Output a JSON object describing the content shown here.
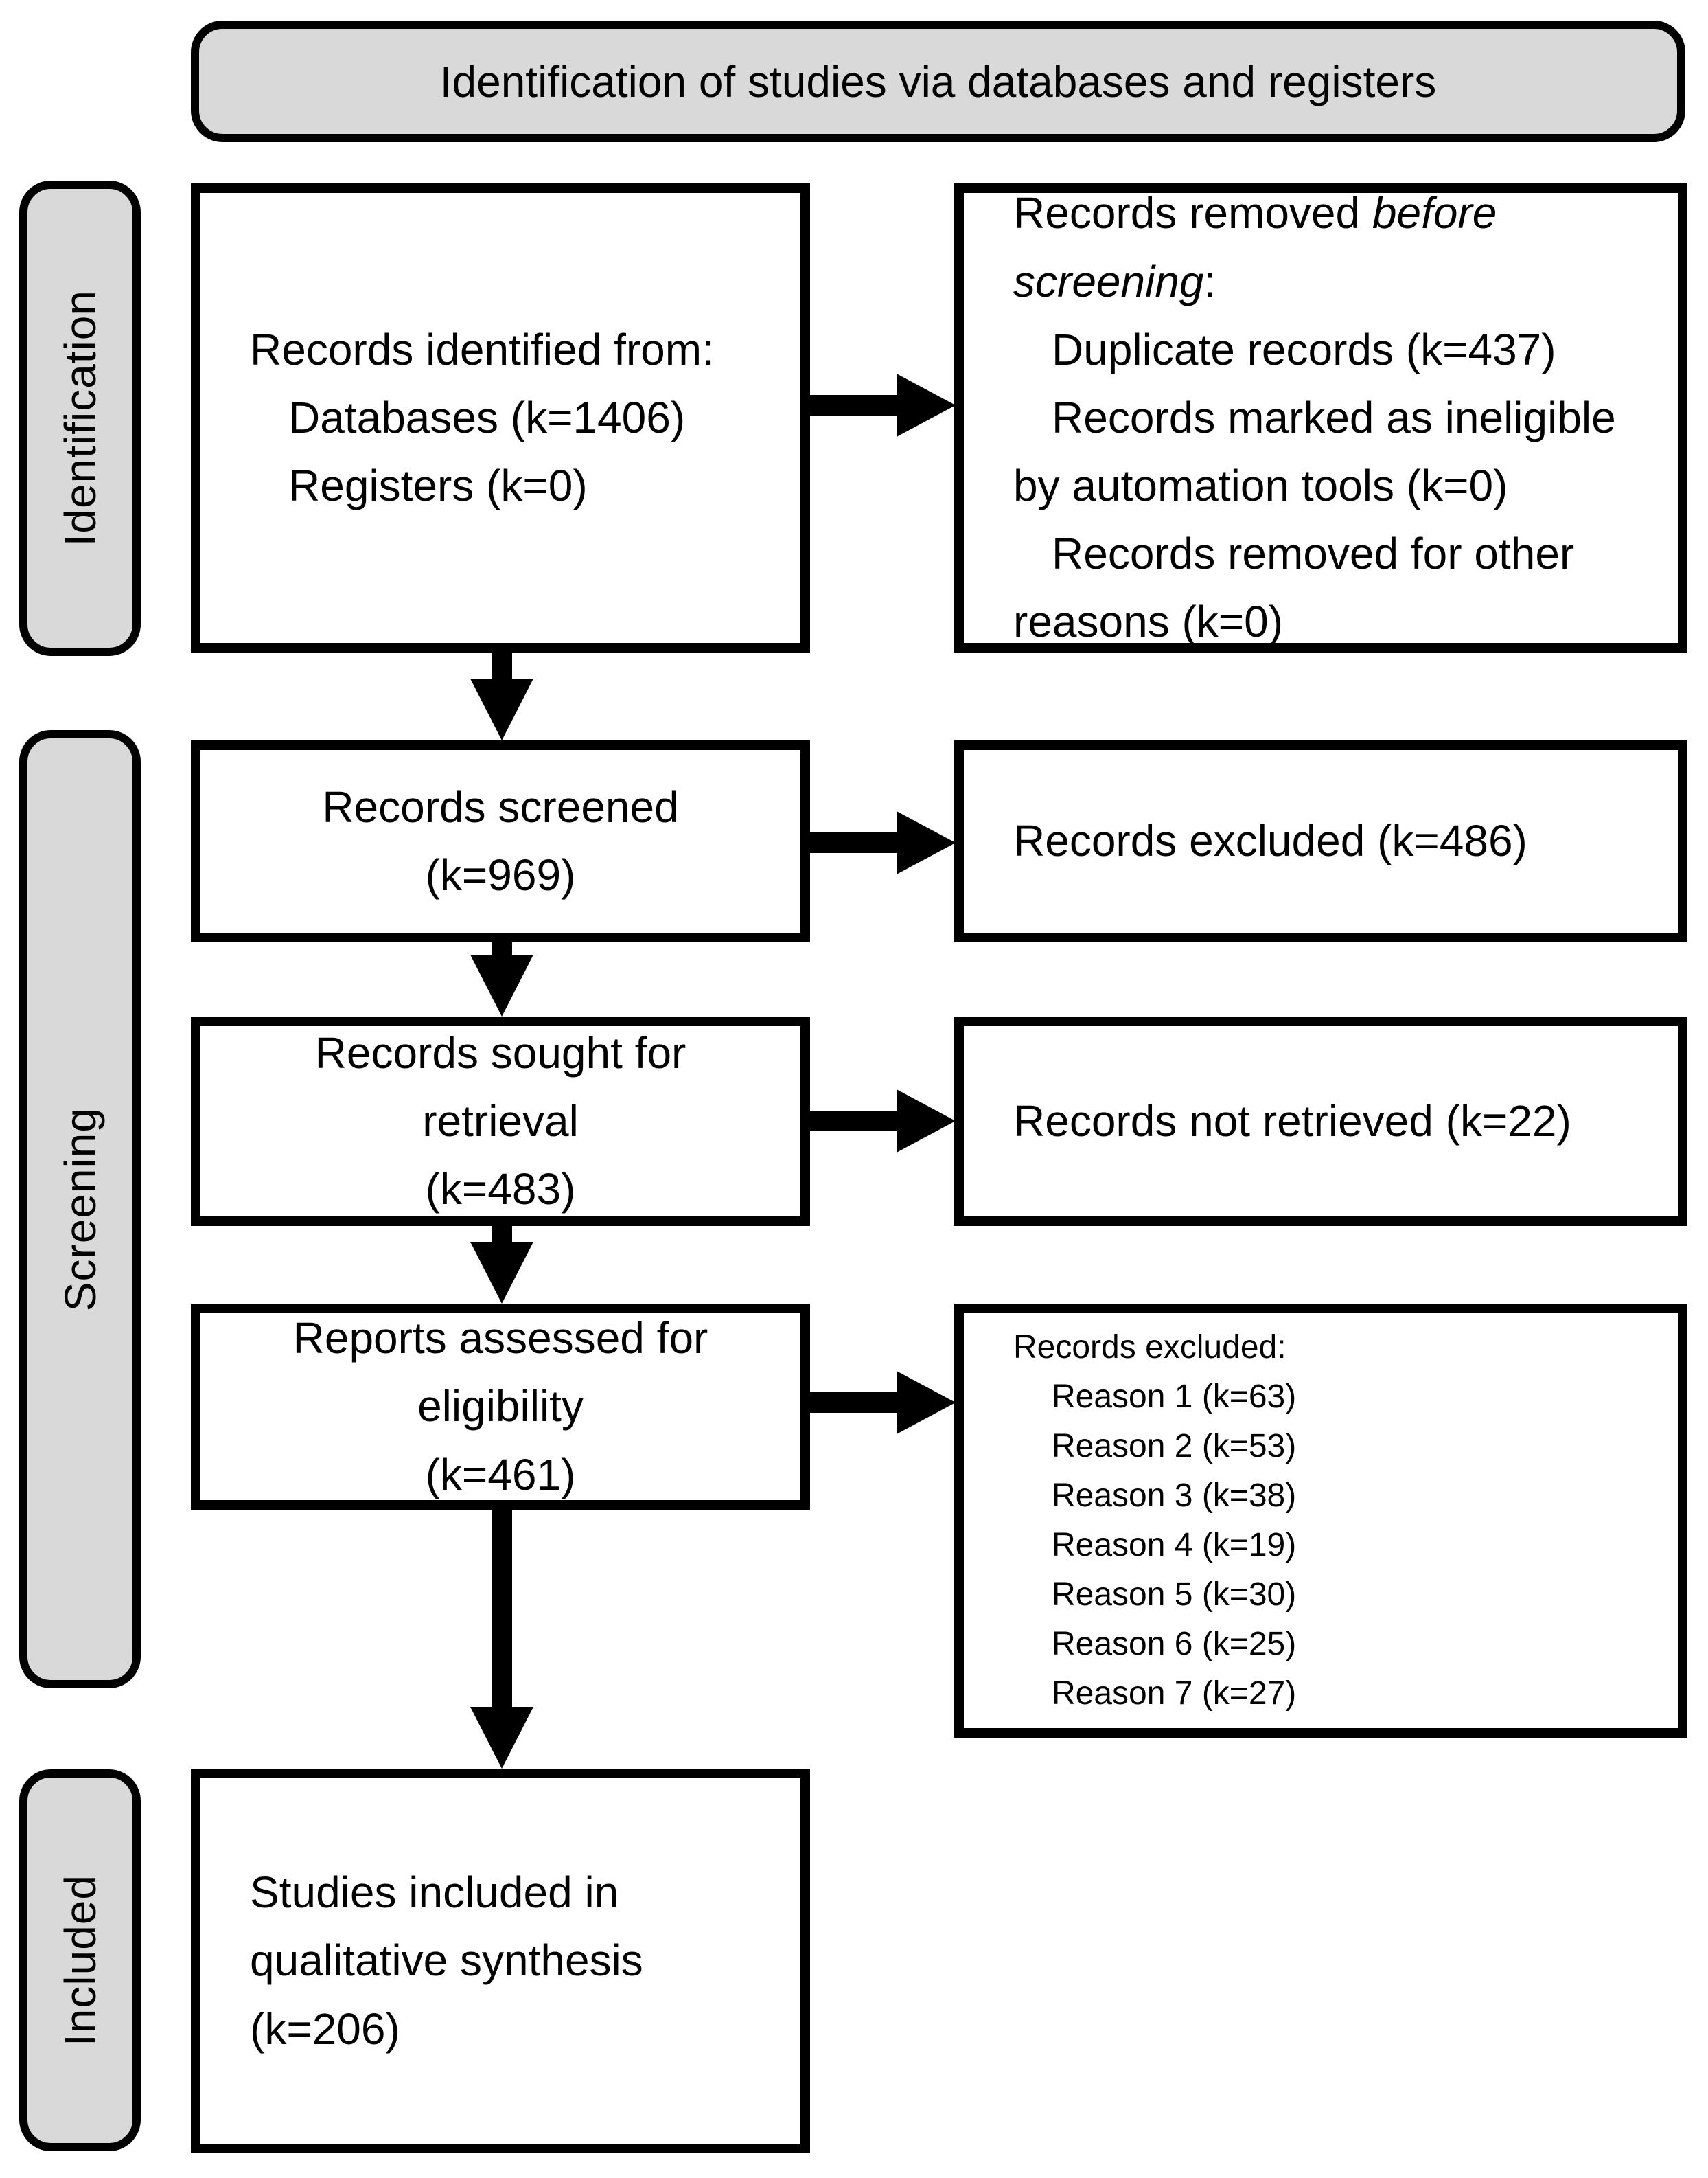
{
  "header": {
    "label": "Identification of studies via databases and registers"
  },
  "stage_rails": {
    "identification": "Identification",
    "screening": "Screening",
    "included": "Included"
  },
  "boxes": {
    "identified": {
      "intro": "Records identified from:",
      "items": [
        "Databases (k=1406)",
        "Registers (k=0)"
      ]
    },
    "removed_before_screening": {
      "intro_prefix": "Records removed ",
      "intro_italic_line1": "before",
      "intro_italic_line2": "screening",
      "intro_suffix": ":",
      "item1": "Duplicate records (k=437)",
      "item2_line1": "Records marked as ineligible",
      "item2_line2": "by automation tools (k=0)",
      "item3_line1": "Records removed for other",
      "item3_line2": "reasons (k=0)"
    },
    "screened": {
      "line1": "Records screened",
      "line2": "(k=969)"
    },
    "records_excluded": {
      "label": "Records excluded (k=486)"
    },
    "sought": {
      "line1": "Records sought for",
      "line2": "retrieval",
      "line3": "(k=483)"
    },
    "not_retrieved": {
      "label": "Records not retrieved (k=22)"
    },
    "assessed": {
      "line1": "Reports assessed for",
      "line2": "eligibility",
      "line3": "(k=461)"
    },
    "excluded_reasons": {
      "title": "Records excluded:",
      "reasons": [
        "Reason 1 (k=63)",
        "Reason 2 (k=53)",
        "Reason 3 (k=38)",
        "Reason 4 (k=19)",
        "Reason 5 (k=30)",
        "Reason 6 (k=25)",
        "Reason 7 (k=27)"
      ]
    },
    "included_studies": {
      "line1": "Studies included in",
      "line2": "qualitative synthesis",
      "line3": "(k=206)"
    }
  },
  "colors": {
    "panel_fill": "#d9d9d9",
    "box_fill": "#ffffff",
    "border": "#000000",
    "text": "#000000"
  }
}
